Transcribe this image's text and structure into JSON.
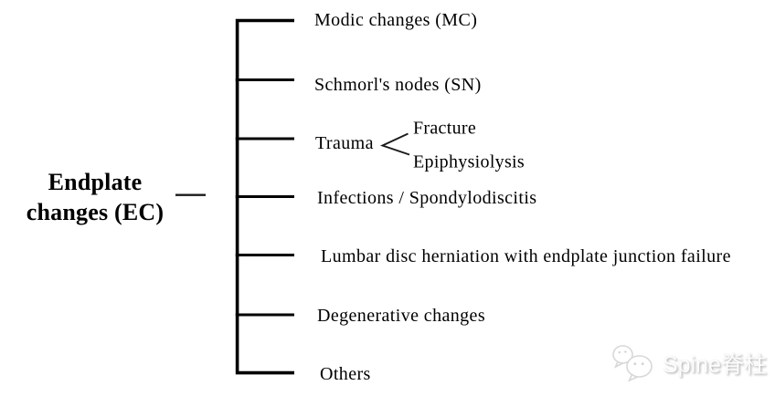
{
  "root": {
    "line1": "Endplate",
    "line2": "changes (EC)"
  },
  "branches": [
    {
      "label": "Modic changes (MC)"
    },
    {
      "label": "Schmorl's nodes (SN)"
    },
    {
      "label": "Trauma",
      "children": [
        {
          "label": "Fracture"
        },
        {
          "label": "Epiphysiolysis"
        }
      ]
    },
    {
      "label": "Infections / Spondylodiscitis"
    },
    {
      "label": "Lumbar disc herniation with endplate junction failure"
    },
    {
      "label": "Degenerative changes"
    },
    {
      "label": "Others"
    }
  ],
  "watermark": {
    "label": "Spine脊柱",
    "icon": "wechat-icon"
  },
  "colors": {
    "line": "#000000",
    "text": "#000000",
    "background": "#ffffff",
    "watermark_text": "#fdfdfd",
    "watermark_shadow": "#b5b5b5",
    "watermark_icon_stroke": "#d8d8d8"
  }
}
